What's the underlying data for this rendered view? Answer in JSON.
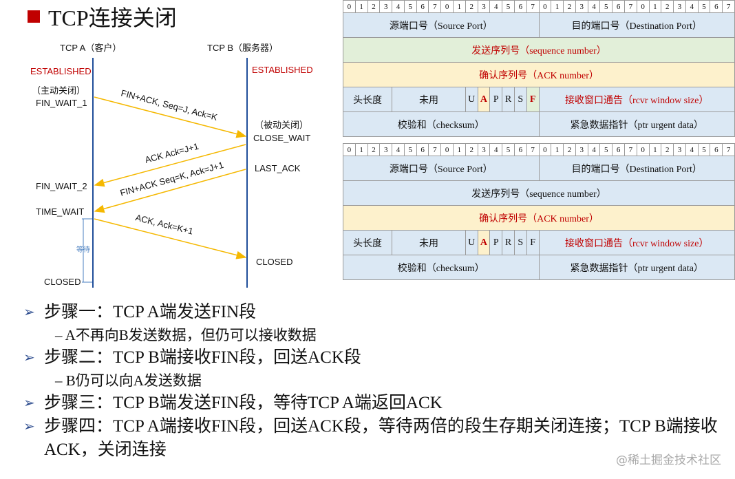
{
  "title": "TCP连接关闭",
  "diagram": {
    "host_a": "TCP A（客户）",
    "host_b": "TCP B（服务器）",
    "a_established": "ESTABLISHED",
    "b_established": "ESTABLISHED",
    "a_active_close": "（主动关闭）",
    "a_fin_wait_1": "FIN_WAIT_1",
    "b_passive_close": "（被动关闭）",
    "b_close_wait": "CLOSE_WAIT",
    "b_last_ack": "LAST_ACK",
    "a_fin_wait_2": "FIN_WAIT_2",
    "a_time_wait": "TIME_WAIT",
    "a_wait": "等待",
    "a_closed": "CLOSED",
    "b_closed": "CLOSED",
    "msg1": "FIN+ACK, Seq=J, Ack=K",
    "msg2": "ACK Ack=J+1",
    "msg3": "FIN+ACK Seq=K, Ack=J+1",
    "msg4": "ACK, Ack=K+1",
    "colors": {
      "timeline": "#1f4e9a",
      "arrow": "#f5b800",
      "state_red": "#c00000"
    }
  },
  "header_tables": [
    {
      "bits": [
        "0",
        "1",
        "2",
        "3",
        "4",
        "5",
        "6",
        "7",
        "0",
        "1",
        "2",
        "3",
        "4",
        "5",
        "6",
        "7",
        "0",
        "1",
        "2",
        "3",
        "4",
        "5",
        "6",
        "7",
        "0",
        "1",
        "2",
        "3",
        "4",
        "5",
        "6",
        "7"
      ],
      "source_port": "源端口号（Source Port）",
      "dest_port": "目的端口号（Destination Port）",
      "seq": "发送序列号（sequence number）",
      "ack": "确认序列号（ACK number）",
      "hlen": "头长度",
      "unused": "未用",
      "flags": [
        "U",
        "A",
        "P",
        "R",
        "S",
        "F"
      ],
      "window": "接收窗口通告（rcvr window size）",
      "checksum": "校验和（checksum）",
      "urgent": "紧急数据指针（ptr urgent data）"
    },
    {
      "bits": [
        "0",
        "1",
        "2",
        "3",
        "4",
        "5",
        "6",
        "7",
        "0",
        "1",
        "2",
        "3",
        "4",
        "5",
        "6",
        "7",
        "0",
        "1",
        "2",
        "3",
        "4",
        "5",
        "6",
        "7",
        "0",
        "1",
        "2",
        "3",
        "4",
        "5",
        "6",
        "7"
      ],
      "source_port": "源端口号（Source Port）",
      "dest_port": "目的端口号（Destination Port）",
      "seq": "发送序列号（sequence number）",
      "ack": "确认序列号（ACK number）",
      "hlen": "头长度",
      "unused": "未用",
      "flags": [
        "U",
        "A",
        "P",
        "R",
        "S",
        "F"
      ],
      "window": "接收窗口通告（rcvr window size）",
      "checksum": "校验和（checksum）",
      "urgent": "紧急数据指针（ptr urgent data）"
    }
  ],
  "steps": [
    {
      "text": "步骤一：TCP A端发送FIN段",
      "sub": "A不再向B发送数据，但仍可以接收数据"
    },
    {
      "text": "步骤二：TCP B端接收FIN段，回送ACK段",
      "sub": "B仍可以向A发送数据"
    },
    {
      "text": "步骤三：TCP B端发送FIN段，等待TCP A端返回ACK",
      "sub": ""
    },
    {
      "text": "步骤四：TCP A端接收FIN段，回送ACK段，等待两倍的段生存期关闭连接；TCP B端接收ACK，关闭连接",
      "sub": ""
    }
  ],
  "watermark": "@稀土掘金技术社区"
}
